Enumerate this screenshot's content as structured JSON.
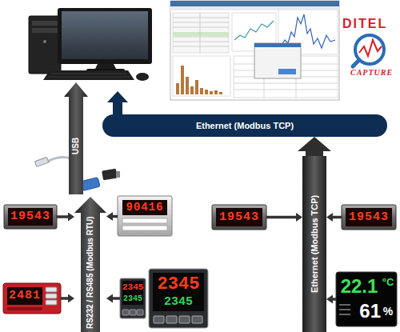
{
  "diagram": {
    "nodes": [
      {
        "text": [
          "USB"
        ]
      },
      {
        "text": [
          "Ethernet (Modbus TCP)"
        ]
      },
      {
        "text": [
          "RS232 / RS485 (Modbus RTU)"
        ]
      },
      {
        "text": [
          "Ethernet (Modbus TCP)"
        ]
      },
      {
        "text": [
          "19543"
        ]
      },
      {
        "text": [
          "90416"
        ]
      },
      {
        "text": [
          "2481"
        ]
      },
      {
        "text": [
          "2345",
          "2345"
        ]
      },
      {
        "text": [
          "2345",
          "2345"
        ]
      },
      {
        "text": [
          "19543"
        ]
      },
      {
        "text": [
          "19543"
        ]
      },
      {
        "text": [
          "22.1",
          "°C",
          "61",
          "%"
        ]
      }
    ],
    "edges": [
      {
        "from": 4,
        "to": 2,
        "arrow": "to"
      },
      {
        "from": 5,
        "to": 2,
        "arrow": "to"
      },
      {
        "from": 6,
        "to": 2,
        "arrow": "to"
      },
      {
        "from": 7,
        "to": 2,
        "arrow": "to"
      },
      {
        "from": 9,
        "to": 3,
        "arrow": "to"
      },
      {
        "from": 10,
        "to": 3,
        "arrow": "to"
      },
      {
        "from": 11,
        "to": 3,
        "arrow": "to"
      },
      {
        "from": 3,
        "to": 1,
        "arrow": "to"
      }
    ],
    "labels": [
      "DITEL",
      "CAPTURE"
    ]
  }
}
